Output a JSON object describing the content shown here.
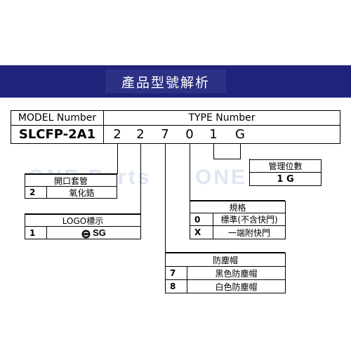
{
  "header": {
    "title": "產品型號解析"
  },
  "watermark": {
    "text": "ONE Parts"
  },
  "model": {
    "header": "MODEL Number",
    "value": "SLCFP-2A1"
  },
  "type": {
    "header": "TYPE Number",
    "codes": [
      "2",
      "2",
      "7",
      "0",
      "1",
      "G"
    ]
  },
  "groups": {
    "tube": {
      "title": "開口套管",
      "options": [
        {
          "key": "2",
          "label": "氧化鋯"
        }
      ]
    },
    "logo": {
      "title": "LOGO標示",
      "options": [
        {
          "key": "1",
          "label": "SG"
        }
      ]
    },
    "cap": {
      "title": "防塵帽",
      "options": [
        {
          "key": "7",
          "label": "黑色防塵帽"
        },
        {
          "key": "8",
          "label": "白色防塵帽"
        }
      ]
    },
    "spec": {
      "title": "規格",
      "options": [
        {
          "key": "0",
          "label": "標準(不含快門)"
        },
        {
          "key": "X",
          "label": "一端附快門"
        }
      ]
    },
    "qty": {
      "title": "管理位數",
      "value": "1 G"
    }
  },
  "colors": {
    "banner": "#1f237a",
    "banner_inner": "#2c3185",
    "watermark": "#dde6f4"
  }
}
